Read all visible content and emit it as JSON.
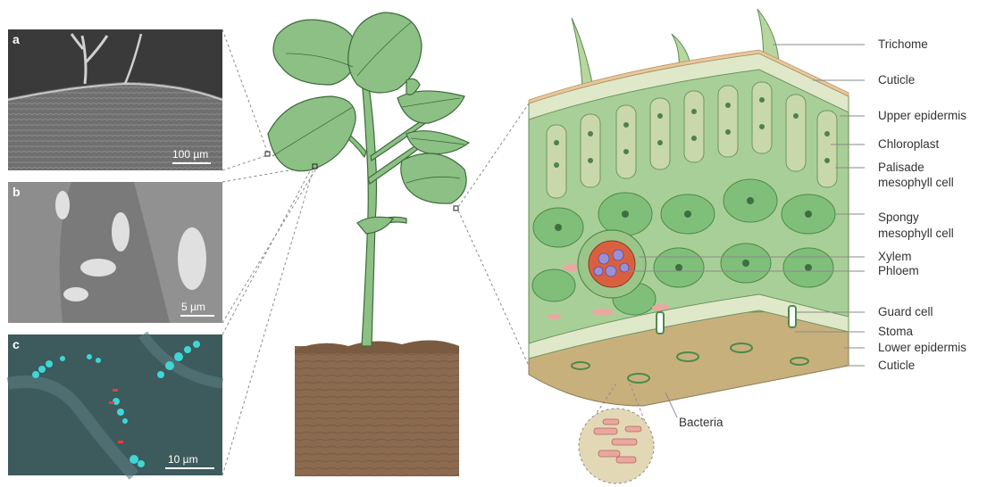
{
  "panels": [
    {
      "letter": "a",
      "scale": "100 µm"
    },
    {
      "letter": "b",
      "scale": "5 µm"
    },
    {
      "letter": "c",
      "scale": "10 µm"
    }
  ],
  "labels": {
    "trichome": "Trichome",
    "cuticle_top": "Cuticle",
    "upper_epidermis": "Upper epidermis",
    "chloroplast": "Chloroplast",
    "palisade_1": "Palisade",
    "palisade_2": "mesophyll cell",
    "spongy_1": "Spongy",
    "spongy_2": "mesophyll cell",
    "xylem": "Xylem",
    "phloem": "Phloem",
    "guard_cell": "Guard cell",
    "stoma": "Stoma",
    "lower_epidermis": "Lower epidermis",
    "cuticle_bottom": "Cuticle",
    "bacteria": "Bacteria"
  },
  "colors": {
    "leaf_green": "#8cc084",
    "leaf_outline": "#3d6b3a",
    "soil": "#8b6a4f",
    "epidermis": "#dfe9c9",
    "palisade": "#c9d8aa",
    "spongy": "#7fbf7a",
    "xylem": "#d9603f",
    "phloem": "#9b8fd6",
    "bacteria": "#e8a8a0",
    "microscopy_c_bg": "#3d5a5c",
    "microscopy_c_cells": "#3fd6d6"
  }
}
